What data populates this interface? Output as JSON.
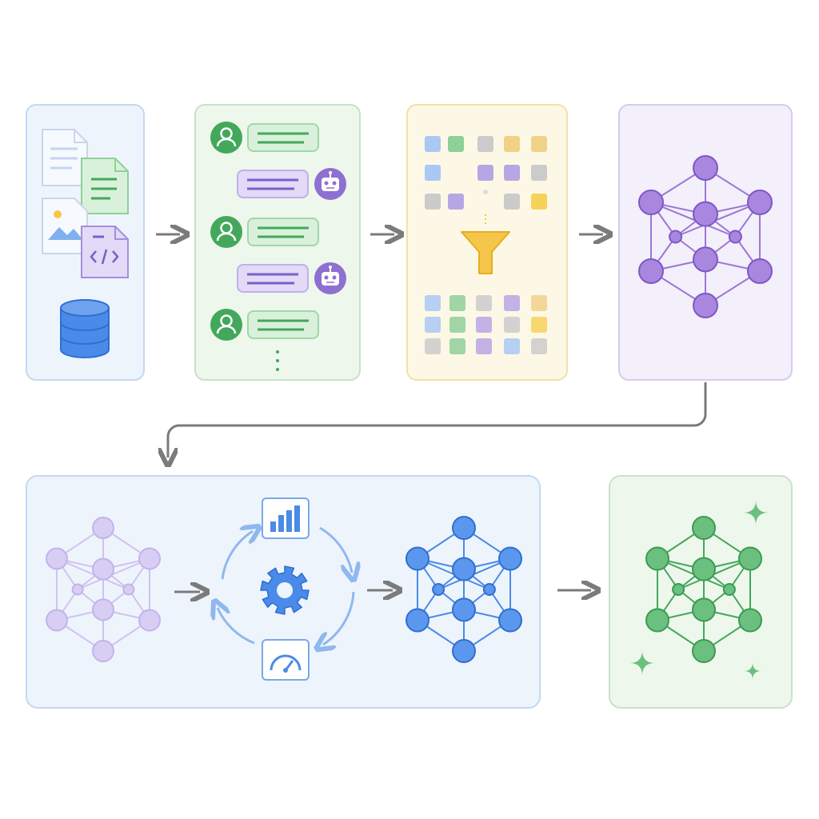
{
  "colors": {
    "blue": "#4a8ae8",
    "green": "#43a85b",
    "purple": "#9b77d6",
    "yellow": "#f6c64b",
    "gray_arrow": "#7b7b7b",
    "light_blue_bg": "#eef4fc",
    "light_green_bg": "#eef7ec",
    "light_yellow_bg": "#fdf8e6",
    "light_purple_bg": "#f3effb"
  },
  "stages": [
    {
      "id": "data-sources",
      "icons": [
        "document-icon",
        "green-document-icon",
        "image-file-icon",
        "code-file-icon",
        "database-icon"
      ]
    },
    {
      "id": "conversations",
      "icons": [
        "user-avatar-icon",
        "robot-avatar-icon",
        "ellipsis-icon"
      ]
    },
    {
      "id": "filtering",
      "icons": [
        "funnel-icon"
      ]
    },
    {
      "id": "base-model",
      "icons": [
        "neural-network-icon"
      ]
    },
    {
      "id": "training-loop",
      "icons": [
        "bar-chart-icon",
        "gear-icon",
        "gauge-icon",
        "neural-network-icon"
      ]
    },
    {
      "id": "final-model",
      "icons": [
        "neural-network-icon",
        "sparkle-icon"
      ]
    }
  ]
}
